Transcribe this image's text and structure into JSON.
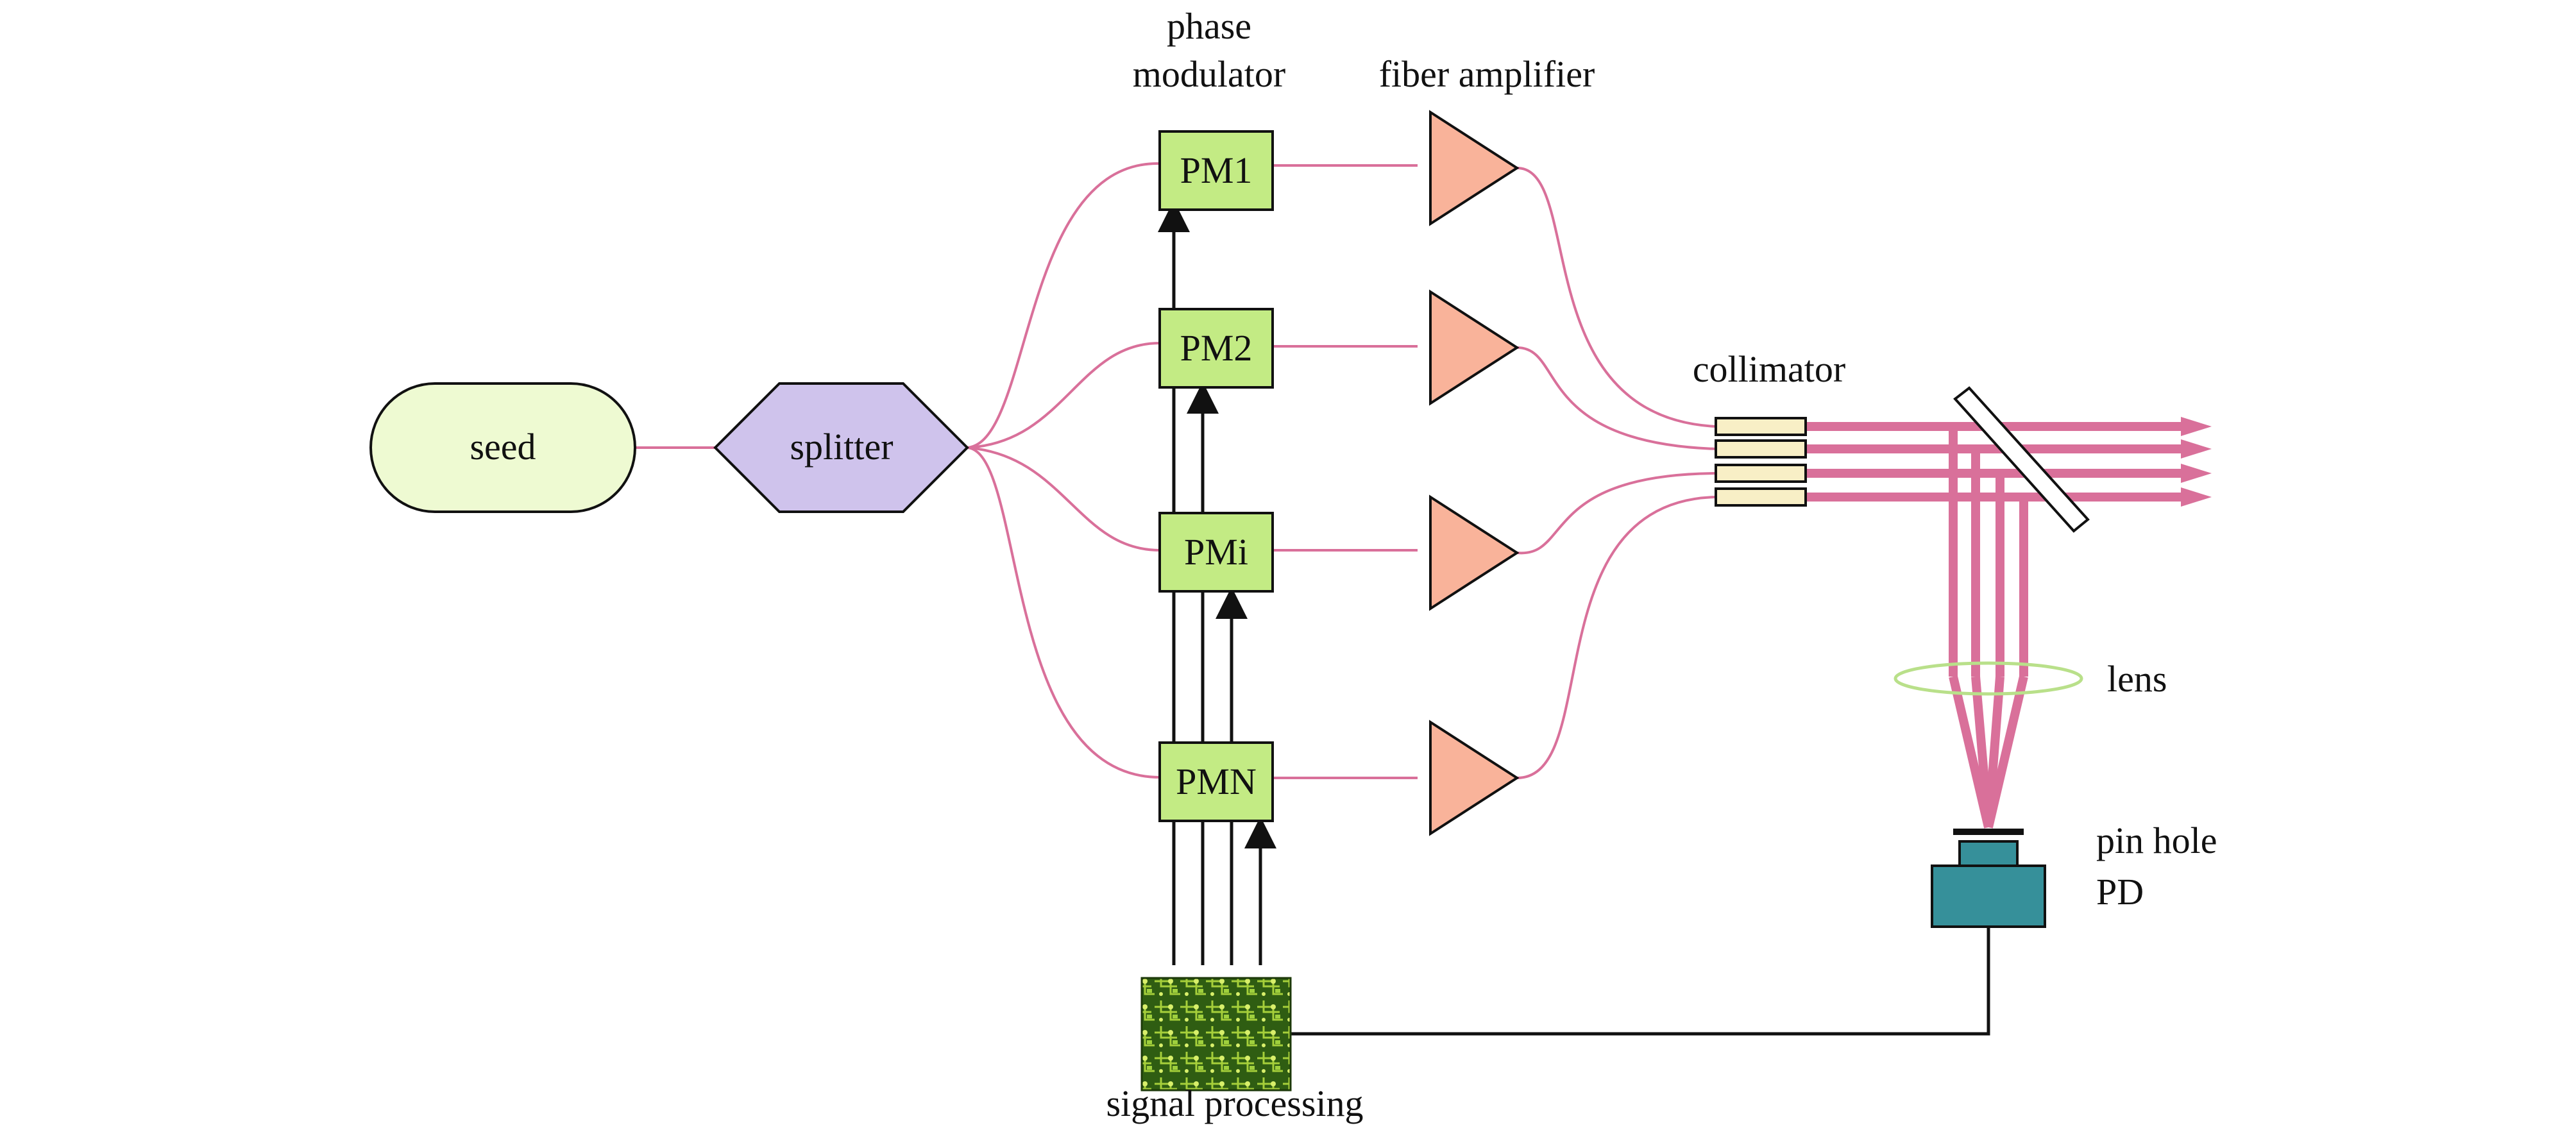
{
  "labels": {
    "phase_modulator_line1": "phase",
    "phase_modulator_line2": "modulator",
    "fiber_amplifier": "fiber amplifier",
    "collimator": "collimator",
    "seed": "seed",
    "splitter": "splitter",
    "lens": "lens",
    "pinhole_line1": "pin hole",
    "pinhole_line2": "PD",
    "signal_processing": "signal processing"
  },
  "modulators": [
    "PM1",
    "PM2",
    "PMi",
    "PMN"
  ],
  "colors": {
    "seed_fill": "#eefad2",
    "splitter_fill": "#cfc3ec",
    "modulator_fill": "#c3eb84",
    "amplifier_fill": "#f9b39a",
    "collimator_fill": "#f8efc6",
    "fiber": "#d9709a",
    "lens_stroke": "#b9e08a",
    "detector_fill": "#36909a",
    "circuit_fill": "#2f5d12"
  }
}
